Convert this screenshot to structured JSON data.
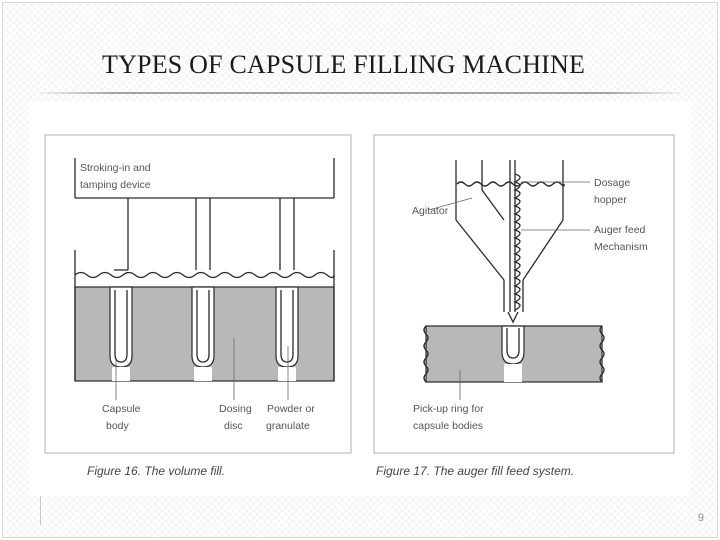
{
  "slide": {
    "title": "TYPES OF CAPSULE FILLING MACHINE",
    "page_number": "9"
  },
  "figure_left": {
    "label_stroking": [
      "Stroking-in and",
      "tamping device"
    ],
    "label_capsule": [
      "Capsule",
      "body"
    ],
    "label_dosing": [
      "Dosing",
      "disc"
    ],
    "label_powder": [
      "Powder or",
      "granulate"
    ],
    "caption": "Figure 16. The volume fill."
  },
  "figure_right": {
    "label_agitator": "Agitator",
    "label_hopper": [
      "Dosage",
      "hopper"
    ],
    "label_auger": [
      "Auger feed",
      "Mechanism"
    ],
    "label_pickup": [
      "Pick-up ring for",
      "capsule bodies"
    ],
    "caption": "Figure 17. The auger fill feed system."
  },
  "colors": {
    "powder": "#b8b8b8",
    "line": "#2a2a2a",
    "label_text": "#555555"
  }
}
